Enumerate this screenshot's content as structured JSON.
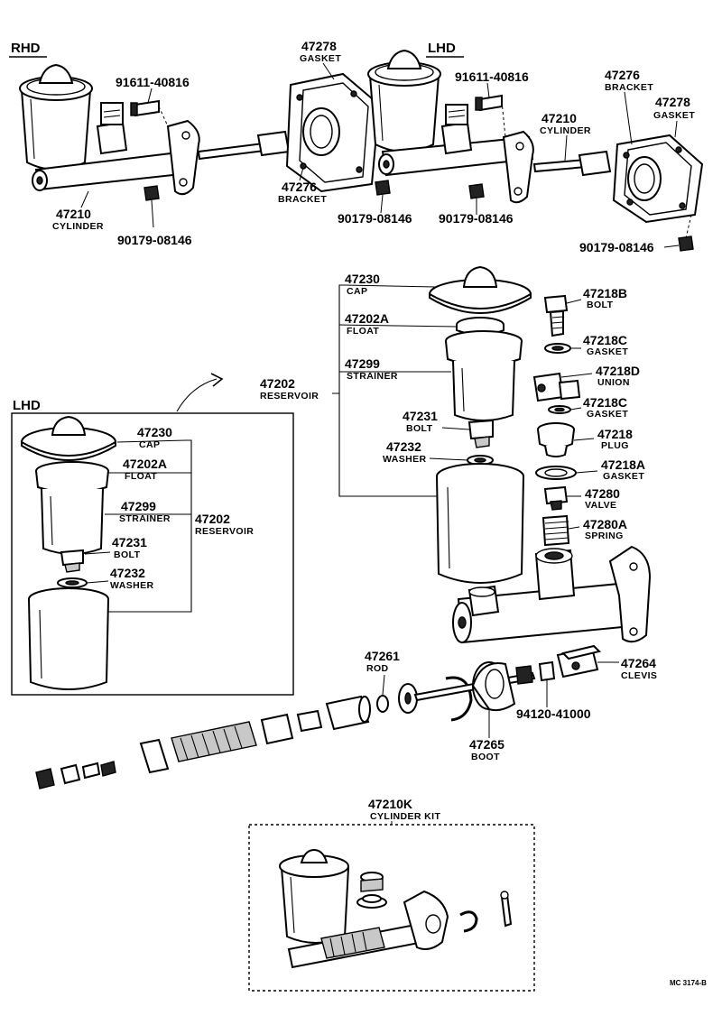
{
  "sections": {
    "rhd": "RHD",
    "lhd_top": "LHD",
    "lhd_inset": "LHD"
  },
  "top_assembly": {
    "rhd_cylinder": {
      "number": "47210",
      "name": "CYLINDER"
    },
    "rhd_bolt": "91611-40816",
    "rhd_nut": "90179-08146",
    "gasket_left": {
      "number": "47278",
      "name": "GASKET"
    },
    "bracket_left": {
      "number": "47276",
      "name": "BRACKET"
    },
    "lhd_bolt": "91611-40816",
    "lhd_nut_a": "90179-08146",
    "lhd_nut_b": "90179-08146",
    "lhd_cylinder": {
      "number": "47210",
      "name": "CYLINDER"
    },
    "bracket_right": {
      "number": "47276",
      "name": "BRACKET"
    },
    "gasket_right": {
      "number": "47278",
      "name": "GASKET"
    },
    "lhd_nut_c": "90179-08146"
  },
  "reservoir_main": {
    "cap": {
      "number": "47230",
      "name": "CAP"
    },
    "float": {
      "number": "47202A",
      "name": "FLOAT"
    },
    "strainer": {
      "number": "47299",
      "name": "STRAINER"
    },
    "reservoir": {
      "number": "47202",
      "name": "RESERVOIR"
    },
    "bolt": {
      "number": "47231",
      "name": "BOLT"
    },
    "washer": {
      "number": "47232",
      "name": "WASHER"
    }
  },
  "side_parts": {
    "bolt": {
      "number": "47218B",
      "name": "BOLT"
    },
    "gasket_c1": {
      "number": "47218C",
      "name": "GASKET"
    },
    "union": {
      "number": "47218D",
      "name": "UNION"
    },
    "gasket_c2": {
      "number": "47218C",
      "name": "GASKET"
    },
    "plug": {
      "number": "47218",
      "name": "PLUG"
    },
    "gasket_a": {
      "number": "47218A",
      "name": "GASKET"
    },
    "valve": {
      "number": "47280",
      "name": "VALVE"
    },
    "spring": {
      "number": "47280A",
      "name": "SPRING"
    }
  },
  "reservoir_inset": {
    "cap": {
      "number": "47230",
      "name": "CAP"
    },
    "float": {
      "number": "47202A",
      "name": "FLOAT"
    },
    "strainer": {
      "number": "47299",
      "name": "STRAINER"
    },
    "reservoir": {
      "number": "47202",
      "name": "RESERVOIR"
    },
    "bolt": {
      "number": "47231",
      "name": "BOLT"
    },
    "washer": {
      "number": "47232",
      "name": "WASHER"
    }
  },
  "push_rod": {
    "rod": {
      "number": "47261",
      "name": "ROD"
    },
    "clevis": {
      "number": "47264",
      "name": "CLEVIS"
    },
    "nut": "94120-41000",
    "boot": {
      "number": "47265",
      "name": "BOOT"
    }
  },
  "kit": {
    "number": "47210K",
    "name": "CYLINDER KIT"
  },
  "figure_code": "MC 3174-B"
}
